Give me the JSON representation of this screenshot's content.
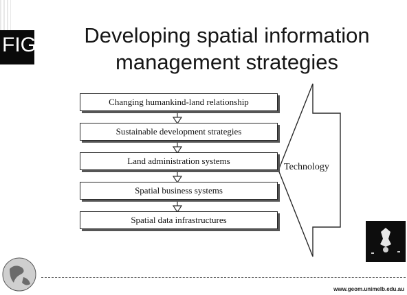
{
  "logo": {
    "text": "FIG"
  },
  "title": {
    "line1": "Developing spatial information",
    "line2": "management strategies"
  },
  "flow": {
    "steps": [
      "Changing humankind-land relationship",
      "Sustainable development strategies",
      "Land administration systems",
      "Spatial business systems",
      "Spatial data infrastructures"
    ],
    "side_label": "Technology"
  },
  "footer": {
    "url": "www.geom.unimelb.edu.au"
  },
  "colors": {
    "ink": "#111111",
    "background": "#ffffff",
    "logo_bg": "#0a0a0a"
  }
}
